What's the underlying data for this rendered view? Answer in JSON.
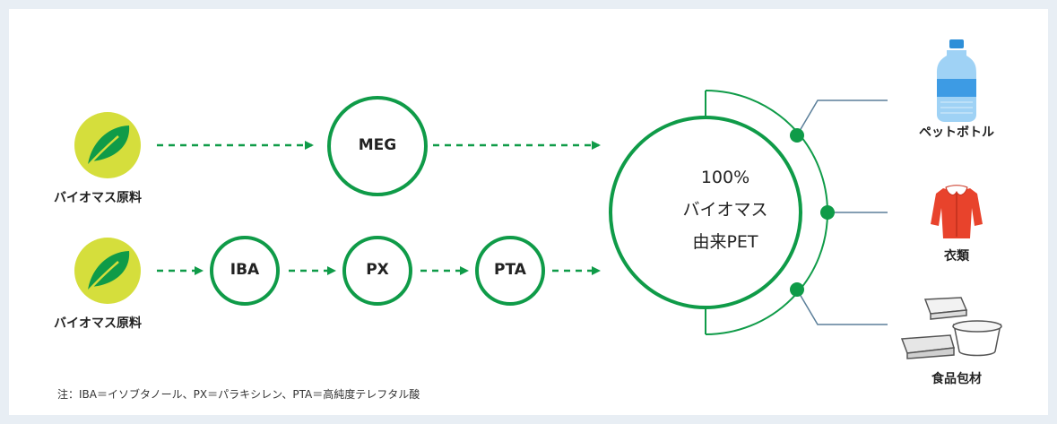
{
  "sources": [
    {
      "label": "バイオマス原料",
      "icon": "leaf-icon"
    },
    {
      "label": "バイオマス原料",
      "icon": "leaf-icon"
    }
  ],
  "nodes": {
    "meg": "MEG",
    "iba": "IBA",
    "px": "PX",
    "pta": "PTA"
  },
  "center": {
    "line1": "100%",
    "line2": "バイオマス",
    "line3": "由来PET"
  },
  "products": [
    {
      "label": "ペットボトル",
      "icon": "bottle-icon"
    },
    {
      "label": "衣類",
      "icon": "shirt-icon"
    },
    {
      "label": "食品包材",
      "icon": "food-container-icon"
    }
  ],
  "note": "注：IBA＝イソブタノール、PX＝パラキシレン、PTA＝高純度テレフタル酸",
  "colors": {
    "green": "#0f9b48",
    "leaf_bg": "#d5de3c",
    "connector": "#5b7f9a"
  }
}
